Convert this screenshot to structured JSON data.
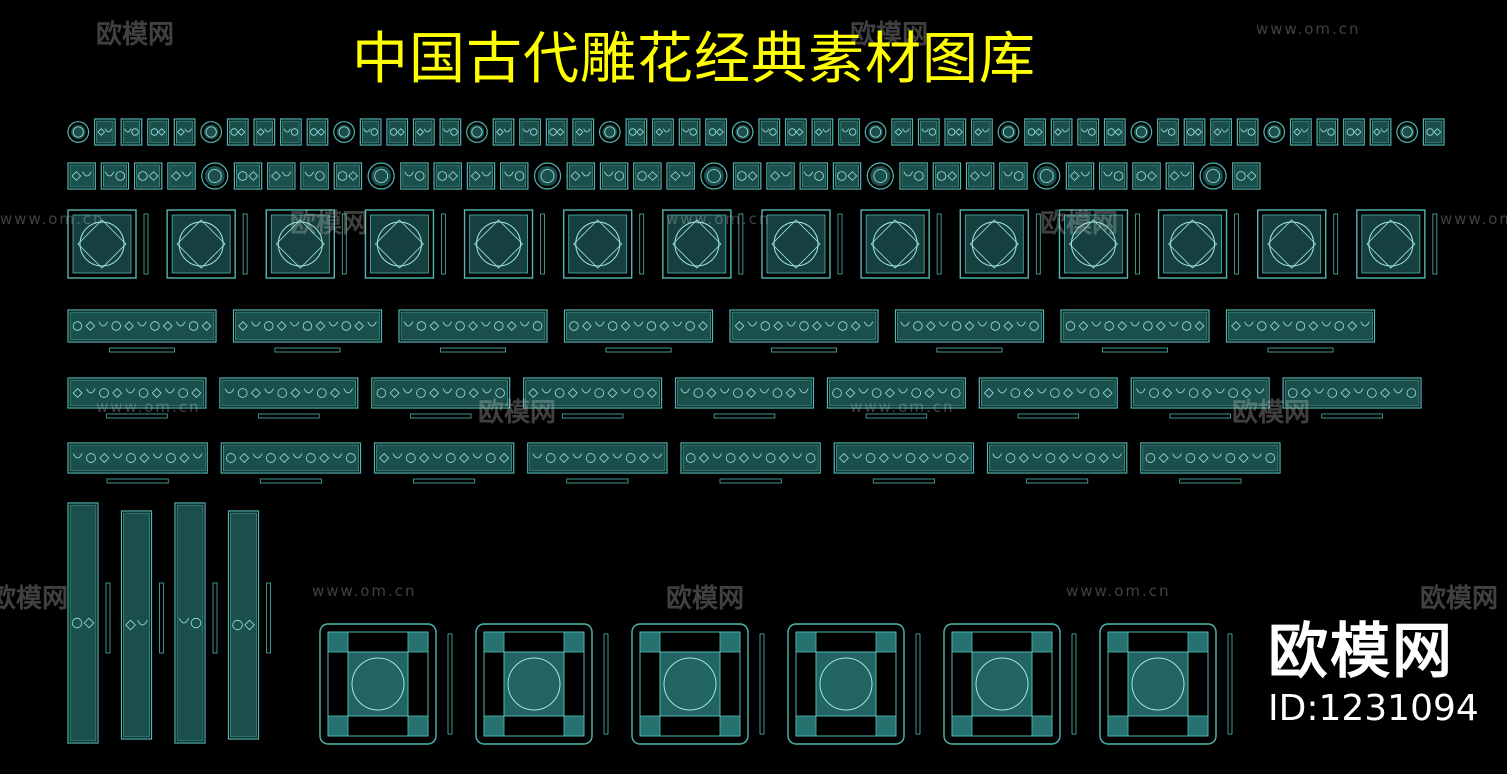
{
  "title": "中国古代雕花经典素材图库",
  "brand": {
    "name": "欧模网",
    "id_label": "ID:1231094"
  },
  "watermark": {
    "logo_text": "欧模网",
    "url_text": "www.om.cn"
  },
  "colors": {
    "background": "#000000",
    "title": "#ffff00",
    "motif_line": "#4fb8b2",
    "motif_fill": "#2f8f8b",
    "watermark": "#c8c8c8",
    "brand": "#ffffff"
  },
  "motif_rows": [
    {
      "kind": "small-tiles",
      "count": 52
    },
    {
      "kind": "small-tiles",
      "count": 36
    },
    {
      "kind": "square-panels",
      "count": 14
    },
    {
      "kind": "long-borders",
      "count": 8
    },
    {
      "kind": "long-borders",
      "count": 9
    },
    {
      "kind": "long-borders",
      "count": 8
    },
    {
      "kind": "vertical-borders",
      "count": 4
    },
    {
      "kind": "framed-squares",
      "count": 6
    }
  ]
}
